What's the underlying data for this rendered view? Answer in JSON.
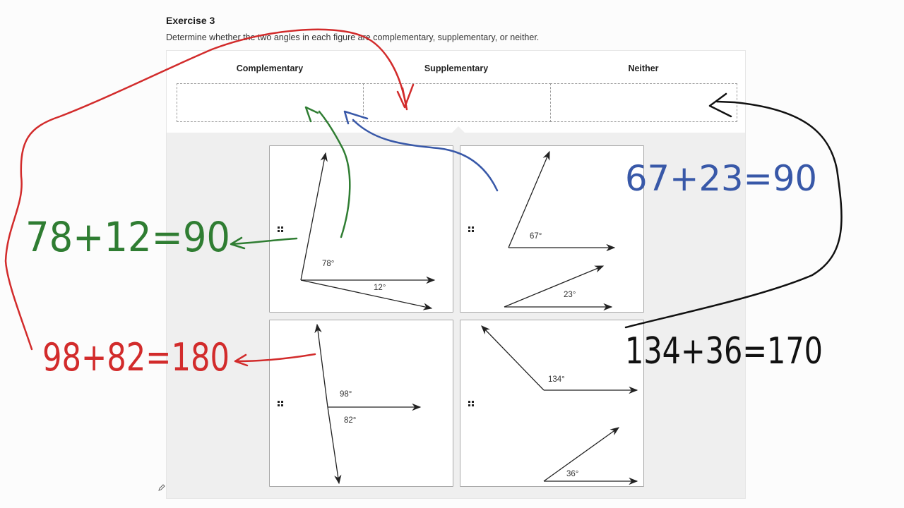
{
  "exercise": {
    "title": "Exercise 3",
    "instructions": "Determine whether the two angles in each figure are complementary, supplementary, or neither."
  },
  "categories": [
    {
      "label": "Complementary"
    },
    {
      "label": "Supplementary"
    },
    {
      "label": "Neither"
    }
  ],
  "cards": [
    {
      "angles": [
        "78°",
        "12°"
      ]
    },
    {
      "angles": [
        "67°",
        "23°"
      ]
    },
    {
      "angles": [
        "98°",
        "82°"
      ]
    },
    {
      "angles": [
        "134°",
        "36°"
      ]
    }
  ],
  "annotations": {
    "green": "78+12=90",
    "blue": "67+23=90",
    "red": "98+82=180",
    "black": "134+36=170",
    "colors": {
      "green": "#2f7d32",
      "blue": "#3858a8",
      "red": "#d22b2b",
      "black": "#111111"
    }
  },
  "icons": {
    "drag_handle": "drag-handle-icon",
    "pencil": "pencil-icon"
  }
}
